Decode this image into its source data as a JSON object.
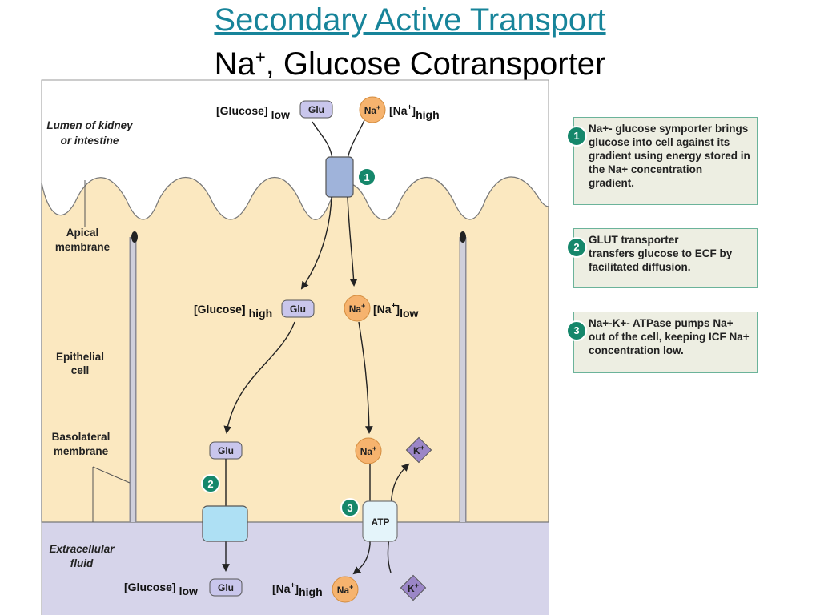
{
  "title": "Secondary Active Transport",
  "subtitle": {
    "base": "Na",
    "sup": "+",
    "rest": ", Glucose Cotransporter"
  },
  "regions": {
    "lumen": [
      "Lumen of kidney",
      "or intestine"
    ],
    "apical": [
      "Apical",
      "membrane"
    ],
    "epithelial": [
      "Epithelial",
      "cell"
    ],
    "basolateral": [
      "Basolateral",
      "membrane"
    ],
    "ecf": [
      "Extracellular",
      "fluid"
    ]
  },
  "molecules": {
    "glu": "Glu",
    "na": "Na",
    "na_sup": "+",
    "k": "K",
    "k_sup": "+",
    "atp": "ATP"
  },
  "concentrations": {
    "glucose": "[Glucose]",
    "na_open": "[Na",
    "na_close": "]",
    "low": "low",
    "high": "high"
  },
  "step_numbers": [
    "1",
    "2",
    "3"
  ],
  "legend": [
    {
      "num": "1",
      "head": "Na+- glucose symporter",
      "body": "brings glucose into cell against its gradient using energy stored in the Na+ concentration gradient."
    },
    {
      "num": "2",
      "head": "GLUT transporter",
      "body": "transfers glucose to ECF by facilitated diffusion."
    },
    {
      "num": "3",
      "head": "Na+-K+- ATPase",
      "body": "pumps Na+ out of the cell, keeping ICF Na+ concentration low."
    }
  ],
  "colors": {
    "title_link": "#17849a",
    "cell": "#fbe8c0",
    "ecf": "#d6d4ea",
    "membrane": "#b8b8c4",
    "glu_pill": "#c9c6ec",
    "na_circle": "#f6b36e",
    "k_diamond": "#9b86c7",
    "symporter": "#9fb3da",
    "glut": "#aee0f4",
    "atpase": "#e4f4fa",
    "badge": "#15876b",
    "legend_bg": "#edeee2",
    "legend_border": "#6bb39a"
  }
}
